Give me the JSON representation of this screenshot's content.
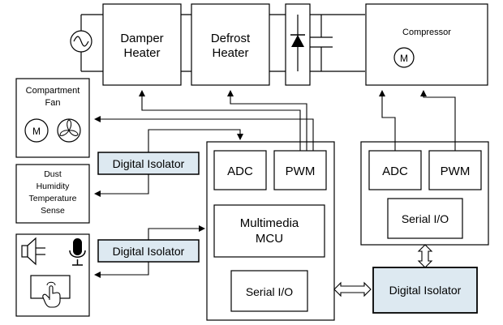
{
  "blocks": {
    "damper_heater": [
      "Damper",
      "Heater"
    ],
    "defrost_heater": [
      "Defrost",
      "Heater"
    ],
    "compressor": "Compressor",
    "motor_symbol": "M",
    "compartment_fan": [
      "Compartment",
      "Fan"
    ],
    "sense": [
      "Dust",
      "Humidity",
      "Temperature",
      "Sense"
    ],
    "digital_isolator_top": "Digital Isolator",
    "digital_isolator_mid": "Digital Isolator",
    "digital_isolator_bottom": "Digital Isolator",
    "mcu_adc": "ADC",
    "mcu_pwm": "PWM",
    "mcu_label": [
      "Multimedia",
      "MCU"
    ],
    "mcu_serial": "Serial I/O",
    "right_adc": "ADC",
    "right_pwm": "PWM",
    "right_serial": "Serial I/O"
  },
  "colors": {
    "isolator_fill": "#dde9f1",
    "stroke": "#000000"
  }
}
